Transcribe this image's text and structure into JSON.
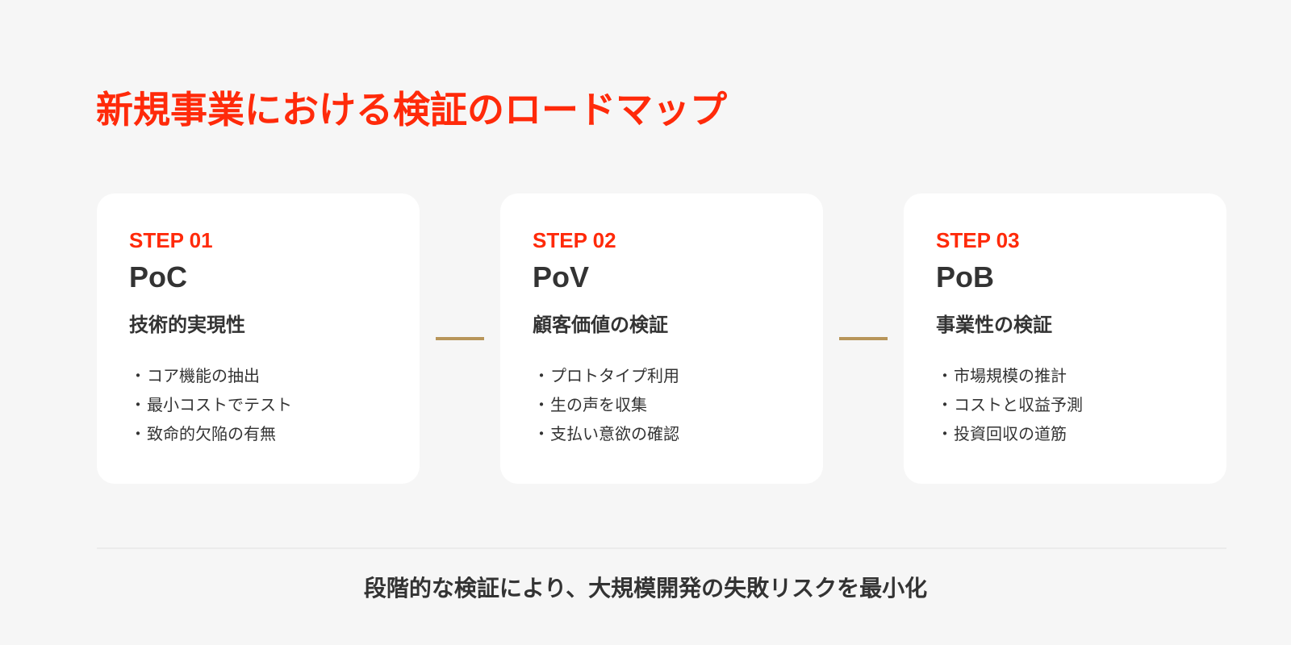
{
  "title": "新規事業における検証のロードマップ",
  "colors": {
    "accent": "#ff2a0a",
    "connector": "#b8955a",
    "background": "#f6f6f6",
    "card": "#ffffff",
    "text": "#333333"
  },
  "steps": [
    {
      "label": "STEP 01",
      "name": "PoC",
      "subtitle": "技術的実現性",
      "bullets": [
        "コア機能の抽出",
        "最小コストでテスト",
        "致命的欠陥の有無"
      ]
    },
    {
      "label": "STEP 02",
      "name": "PoV",
      "subtitle": "顧客価値の検証",
      "bullets": [
        "プロトタイプ利用",
        "生の声を収集",
        "支払い意欲の確認"
      ]
    },
    {
      "label": "STEP 03",
      "name": "PoB",
      "subtitle": "事業性の検証",
      "bullets": [
        "市場規模の推計",
        "コストと収益予測",
        "投資回収の道筋"
      ]
    }
  ],
  "bullet_marker": "・",
  "footer": "段階的な検証により、大規模開発の失敗リスクを最小化"
}
